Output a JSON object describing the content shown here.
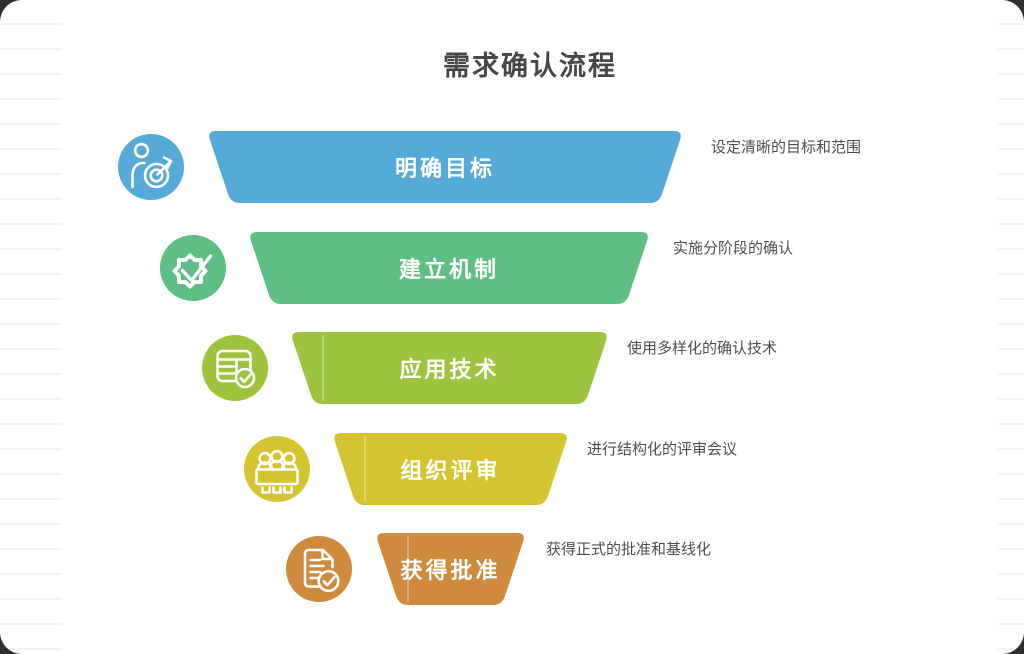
{
  "page": {
    "title": "需求确认流程"
  },
  "colors": {
    "background": "#2e2e2e",
    "card": "#ffffff",
    "ruled_line": "#f3f3f3",
    "title_text": "#474747",
    "description_text": "#4f4f4f",
    "label_text": "#ffffff"
  },
  "funnel": {
    "stages": [
      {
        "label": "明确目标",
        "description": "设定清晰的目标和范围",
        "color": "#55aad8",
        "icon": "person-target-icon"
      },
      {
        "label": "建立机制",
        "description": "实施分阶段的确认",
        "color": "#5fbe83",
        "icon": "badge-check-icon"
      },
      {
        "label": "应用技术",
        "description": "使用多样化的确认技术",
        "color": "#9ec33f",
        "icon": "table-check-icon"
      },
      {
        "label": "组织评审",
        "description": "进行结构化的评审会议",
        "color": "#d4c430",
        "icon": "meeting-people-icon"
      },
      {
        "label": "获得批准",
        "description": "获得正式的批准和基线化",
        "color": "#cf8a3d",
        "icon": "document-check-icon"
      }
    ]
  }
}
